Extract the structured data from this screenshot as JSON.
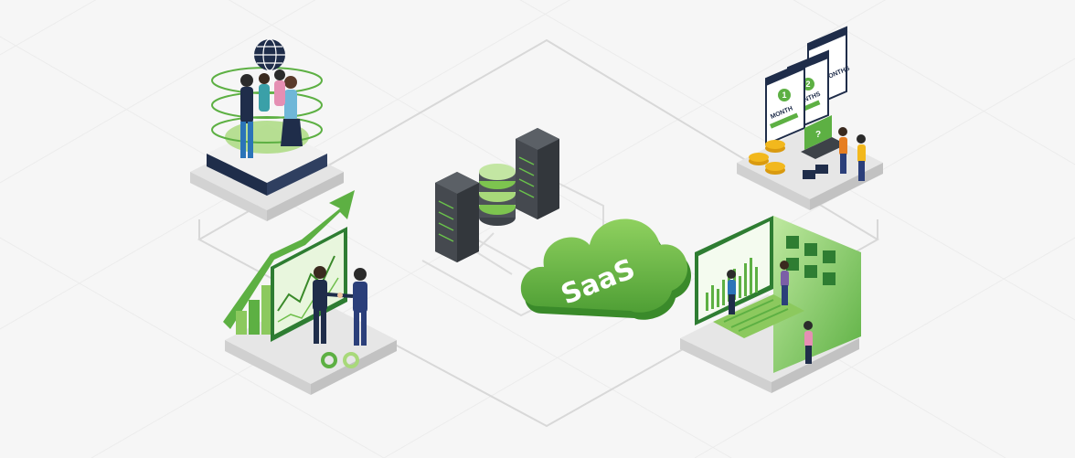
{
  "cloud": {
    "label": "SaaS"
  },
  "billing": {
    "card1": {
      "number": "1",
      "unit": "MONTH"
    },
    "card2": {
      "number": "2",
      "unit": "MONTHS"
    },
    "card3": {
      "unit": "MONTHS"
    },
    "laptop_glyph": "?"
  },
  "colors": {
    "background": "#f6f6f6",
    "accent_green": "#5db043",
    "dark_green": "#2e7d32",
    "light_green": "#a8d97a",
    "navy": "#1f2d4a",
    "server_gray": "#3d4248",
    "coin_gold": "#f2b81d"
  },
  "icons": [
    "globe-icon",
    "server-icon",
    "cloud-icon",
    "coin-icon",
    "laptop-icon",
    "growth-arrow-icon",
    "handshake-icon"
  ]
}
